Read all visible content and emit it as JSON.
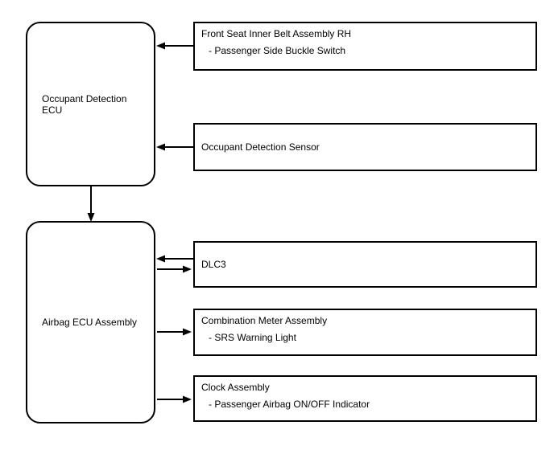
{
  "diagram": {
    "background_color": "#ffffff",
    "line_color": "#000000",
    "nodes": {
      "occupant_detection_ecu": {
        "line1": "Occupant Detection",
        "line2": "ECU"
      },
      "airbag_ecu_assembly": {
        "label": "Airbag ECU Assembly"
      },
      "front_seat_inner_belt": {
        "title": "Front Seat Inner Belt Assembly RH",
        "subtitle": "- Passenger Side Buckle Switch"
      },
      "occupant_detection_sensor": {
        "title": "Occupant Detection Sensor"
      },
      "dlc3": {
        "title": "DLC3"
      },
      "combination_meter": {
        "title": "Combination Meter Assembly",
        "subtitle": "- SRS Warning Light"
      },
      "clock_assembly": {
        "title": "Clock Assembly",
        "subtitle": "- Passenger Airbag ON/OFF Indicator"
      }
    },
    "connections": [
      {
        "from": "front_seat_inner_belt",
        "to": "occupant_detection_ecu",
        "direction": "to-left"
      },
      {
        "from": "occupant_detection_sensor",
        "to": "occupant_detection_ecu",
        "direction": "to-left"
      },
      {
        "from": "occupant_detection_ecu",
        "to": "airbag_ecu_assembly",
        "direction": "down"
      },
      {
        "from": "airbag_ecu_assembly",
        "to": "dlc3",
        "direction": "bidirectional"
      },
      {
        "from": "airbag_ecu_assembly",
        "to": "combination_meter",
        "direction": "to-right"
      },
      {
        "from": "airbag_ecu_assembly",
        "to": "clock_assembly",
        "direction": "to-right"
      }
    ]
  }
}
